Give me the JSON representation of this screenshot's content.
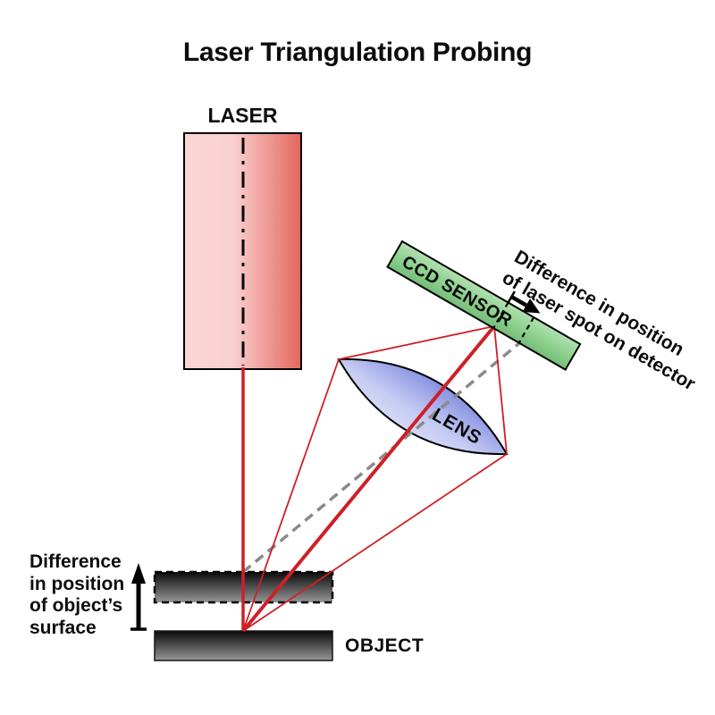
{
  "title": "Laser Triangulation Probing",
  "diagram": {
    "laser": {
      "label": "LASER"
    },
    "ccd_sensor": {
      "label": "CCD SENSOR"
    },
    "lens": {
      "label": "LENS"
    },
    "object": {
      "label": "OBJECT"
    },
    "annotations": {
      "detector_diff": {
        "lines": [
          "Difference in position",
          "of laser spot on detector"
        ]
      },
      "object_diff": {
        "lines": [
          "Difference",
          "in position",
          "of object’s",
          "surface"
        ]
      }
    },
    "colors": {
      "laser_beam_red": "#cd2027",
      "laser_body_light": "#fbd5d5",
      "laser_body_dark": "#e2665b",
      "sensor_green": "#8fd28f",
      "lens_blue": "#5b67cf",
      "object_dark": "#0a0a0a",
      "object_gray": "#969696",
      "ghost_ray_gray": "#8a8a8a"
    }
  }
}
